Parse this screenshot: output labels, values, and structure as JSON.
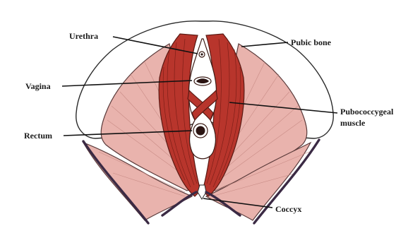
{
  "labels": {
    "urethra": "Urethra",
    "pubic_bone": "Pubic bone",
    "vagina": "Vagina",
    "pubococcygeal_line1": "Pubococcygeal",
    "pubococcygeal_line2": "muscle",
    "rectum": "Rectum",
    "coccyx": "Coccyx"
  },
  "colors": {
    "muscle_red": "#b8352c",
    "muscle_pink": "#e9b3ad",
    "bone_white": "#ffffff",
    "outline": "#2a2a2a"
  }
}
